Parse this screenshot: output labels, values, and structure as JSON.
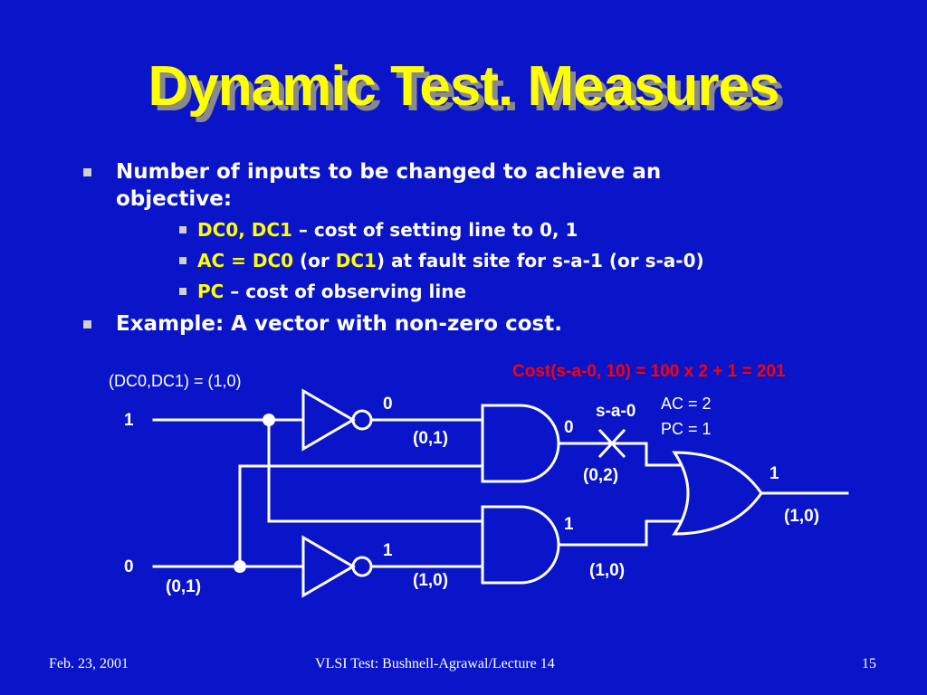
{
  "title": "Dynamic Test. Measures",
  "bullets": {
    "b1_line1": "Number of inputs to be changed to achieve an",
    "b1_line2": "objective:",
    "sub1": {
      "hl": "DC0, DC1",
      "rest": " – cost of setting line to 0, 1"
    },
    "sub2": {
      "hl1": "AC = DC0",
      "mid": " (or ",
      "hl2": "DC1",
      "rest": ") at fault site for s-a-1 (or s-a-0)"
    },
    "sub3": {
      "hl": "PC",
      "rest": " – cost of observing line"
    },
    "b2": "Example: A vector with non-zero cost."
  },
  "circuit": {
    "cost_formula": "Cost(s-a-0, 10) = 100 x 2 + 1 = 201",
    "input_a_label": "(DC0,DC1) = (1,0)",
    "input_a_value": "1",
    "input_b_value": "0",
    "input_b_cost": "(0,1)",
    "inv1_out_value": "0",
    "inv1_out_cost": "(0,1)",
    "and1_out_value": "0",
    "fault_label": "s-a-0",
    "ac_label": "AC = 2",
    "pc_label": "PC = 1",
    "and1_out_cost": "(0,2)",
    "inv2_out_value": "1",
    "inv2_out_cost": "(1,0)",
    "and2_out_value": "1",
    "and2_out_cost": "(1,0)",
    "or_out_value": "1",
    "or_out_cost": "(1,0)"
  },
  "footer": {
    "date": "Feb. 23, 2001",
    "course": "VLSI Test: Bushnell-Agrawal/Lecture 14",
    "page": "15"
  },
  "colors": {
    "background": "#0a14c8",
    "title": "#ffff00",
    "highlight": "#ffff00",
    "cost": "#ff0000"
  }
}
